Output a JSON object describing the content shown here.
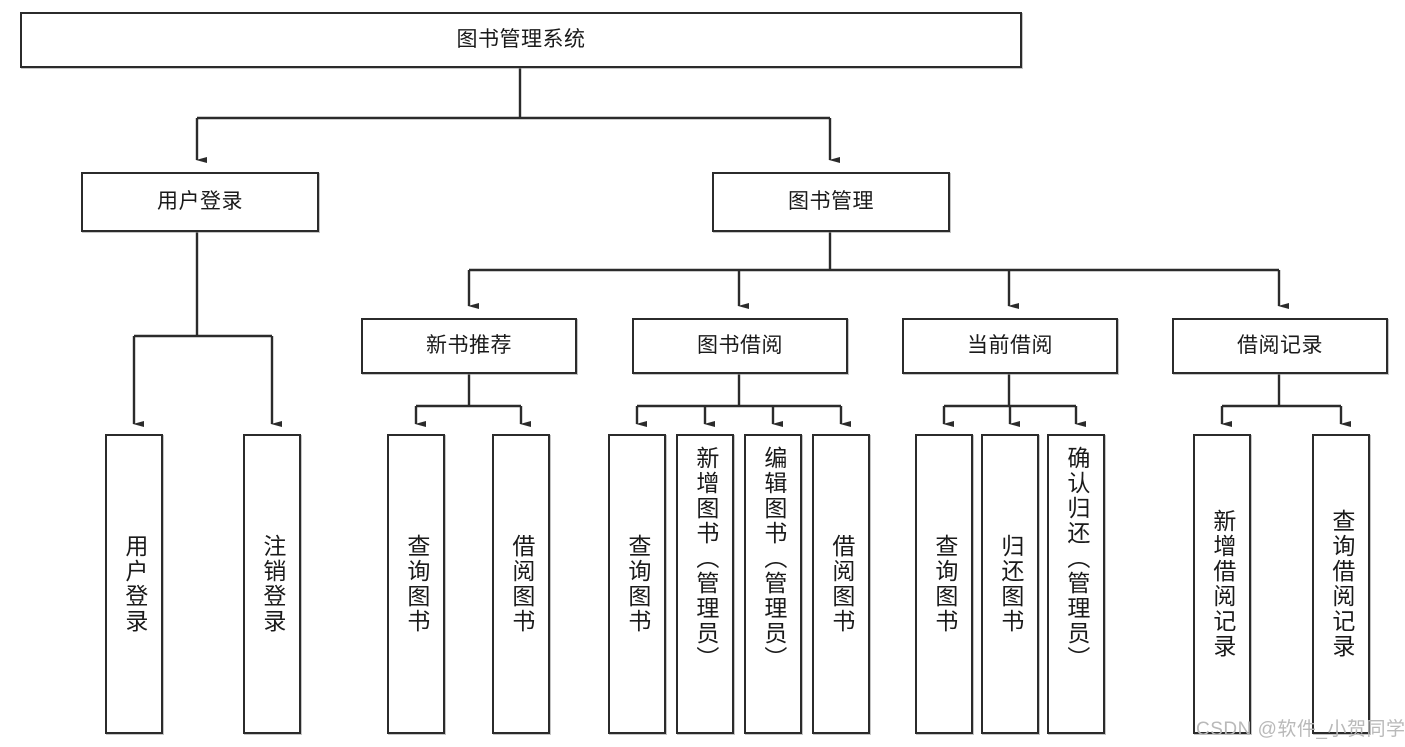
{
  "diagram": {
    "title": "图书管理系统",
    "type": "tree-hierarchy",
    "root": {
      "label": "图书管理系统"
    },
    "level2": [
      {
        "label": "用户登录"
      },
      {
        "label": "图书管理"
      }
    ],
    "level3": [
      {
        "label": "新书推荐"
      },
      {
        "label": "图书借阅"
      },
      {
        "label": "当前借阅"
      },
      {
        "label": "借阅记录"
      }
    ],
    "leaves": {
      "user_login": [
        {
          "label": "用户登录"
        },
        {
          "label": "注销登录"
        }
      ],
      "new_book_recommend": [
        {
          "label": "查询图书"
        },
        {
          "label": "借阅图书"
        }
      ],
      "book_borrow": [
        {
          "label": "查询图书"
        },
        {
          "label": "新增图书（管理员）"
        },
        {
          "label": "编辑图书（管理员）"
        },
        {
          "label": "借阅图书"
        }
      ],
      "current_borrow": [
        {
          "label": "查询图书"
        },
        {
          "label": "归还图书"
        },
        {
          "label": "确认归还（管理员）"
        }
      ],
      "borrow_record": [
        {
          "label": "新增借阅记录"
        },
        {
          "label": "查询借阅记录"
        }
      ]
    }
  },
  "watermark": {
    "text": "CSDN @软件_小贺同学"
  },
  "colors": {
    "border": "#2b2b2b",
    "line": "#2b2b2b",
    "background": "#ffffff",
    "text": "#1a1a1a",
    "watermark": "#b9b9b9"
  }
}
